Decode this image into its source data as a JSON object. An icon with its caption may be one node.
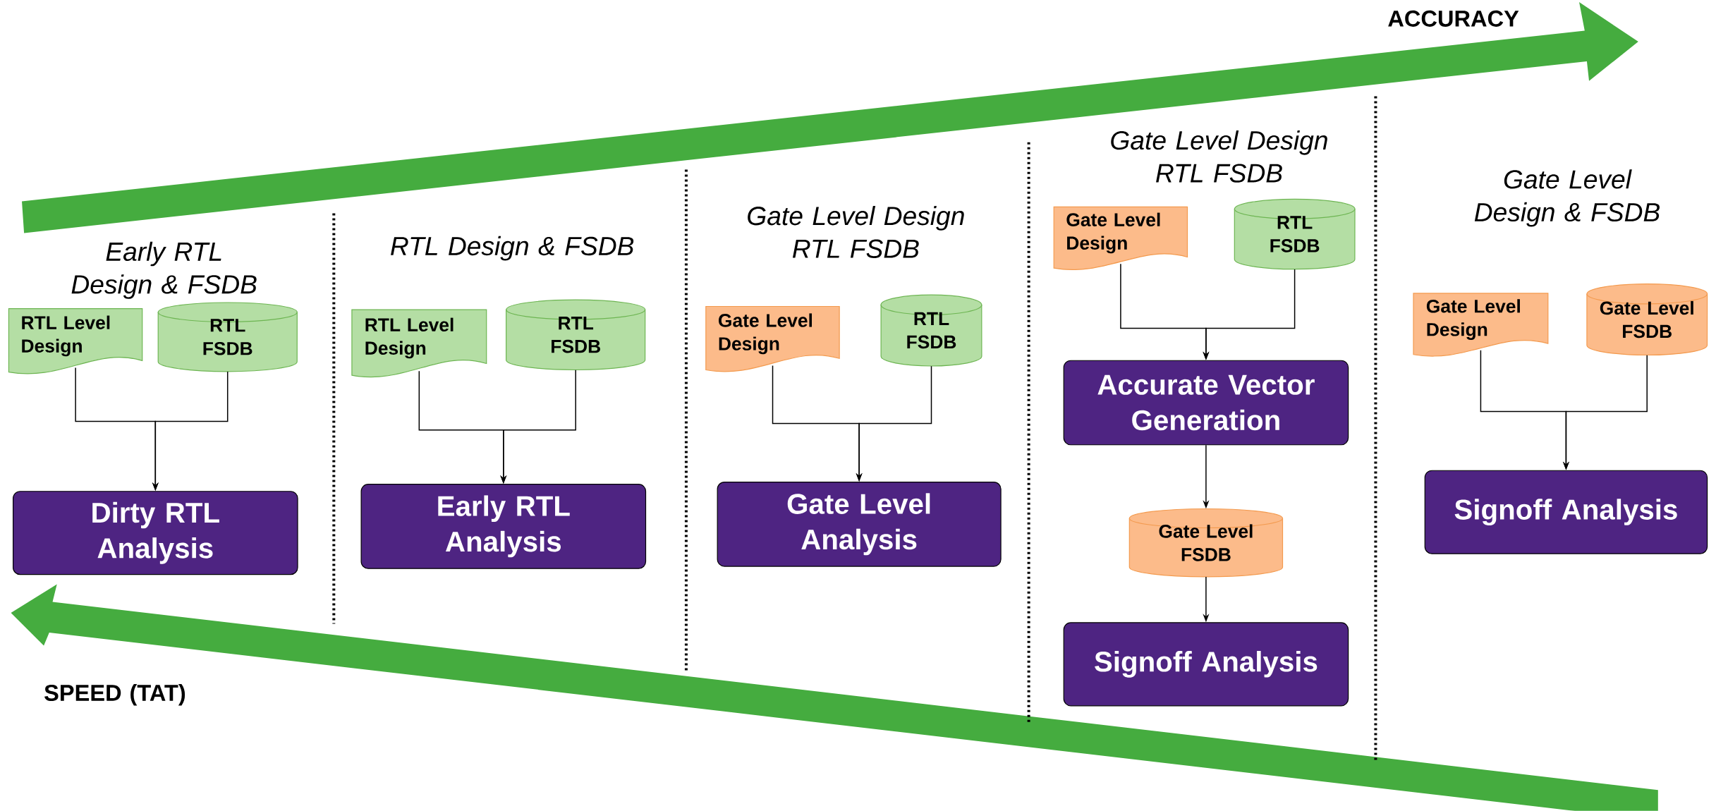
{
  "diagram": {
    "nodes": [
      {
        "text": [
          "RTL Level Design"
        ]
      },
      {
        "text": [
          "RTL FSDB"
        ]
      },
      {
        "text": [
          "Dirty RTL Analysis"
        ]
      },
      {
        "text": [
          "RTL Level Design"
        ]
      },
      {
        "text": [
          "RTL FSDB"
        ]
      },
      {
        "text": [
          "Early RTL Analysis"
        ]
      },
      {
        "text": [
          "Gate Level Design"
        ]
      },
      {
        "text": [
          "RTL FSDB"
        ]
      },
      {
        "text": [
          "Gate Level Analysis"
        ]
      },
      {
        "text": [
          "Gate Level Design"
        ]
      },
      {
        "text": [
          "RTL FSDB"
        ]
      },
      {
        "text": [
          "Accurate Vector Generation"
        ]
      },
      {
        "text": [
          "Gate Level FSDB"
        ]
      },
      {
        "text": [
          "Signoff Analysis"
        ]
      },
      {
        "text": [
          "Gate Level Design"
        ]
      },
      {
        "text": [
          "Gate Level FSDB"
        ]
      },
      {
        "text": [
          "Signoff Analysis"
        ]
      }
    ],
    "edges": [
      {
        "from": 0,
        "to": 2,
        "arrow": "to"
      },
      {
        "from": 1,
        "to": 2,
        "arrow": "to"
      },
      {
        "from": 3,
        "to": 5,
        "arrow": "to"
      },
      {
        "from": 4,
        "to": 5,
        "arrow": "to"
      },
      {
        "from": 6,
        "to": 8,
        "arrow": "to"
      },
      {
        "from": 7,
        "to": 8,
        "arrow": "to"
      },
      {
        "from": 9,
        "to": 11,
        "arrow": "to"
      },
      {
        "from": 10,
        "to": 11,
        "arrow": "to"
      },
      {
        "from": 11,
        "to": 12,
        "arrow": "to"
      },
      {
        "from": 12,
        "to": 13,
        "arrow": "to"
      },
      {
        "from": 14,
        "to": 16,
        "arrow": "to"
      },
      {
        "from": 15,
        "to": 16,
        "arrow": "to"
      }
    ],
    "labels": [
      "ACCURACY",
      "Early RTL Design & FSDB",
      "RTL Design & FSDB",
      "Gate Level Design RTL FSDB",
      "Gate Level Design RTL FSDB",
      "Gate Level Design & FSDB",
      "SPEED (TAT)"
    ]
  }
}
